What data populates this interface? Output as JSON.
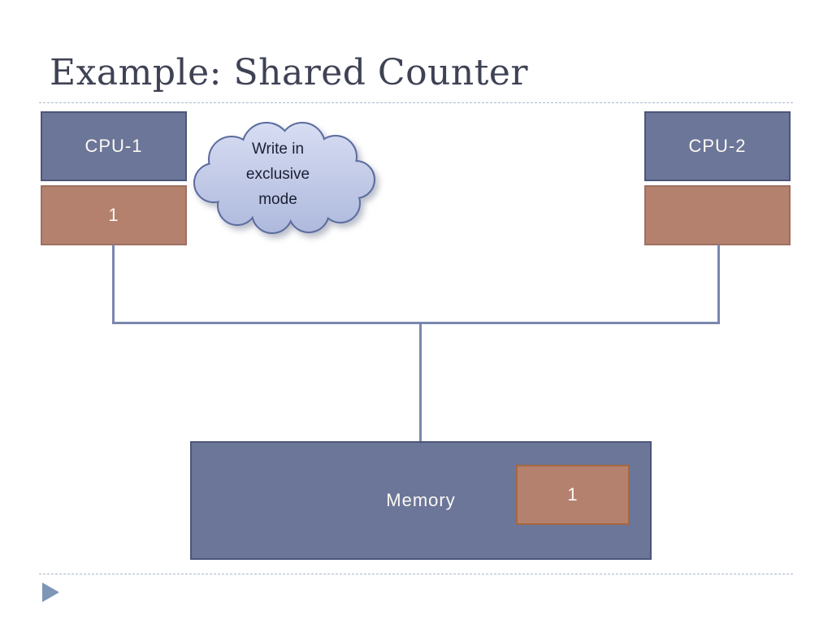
{
  "slide": {
    "title": "Example: Shared Counter"
  },
  "diagram": {
    "cpu1": {
      "label": "CPU-1",
      "value": "1"
    },
    "cpu2": {
      "label": "CPU-2",
      "value": ""
    },
    "callout": {
      "text": "Write in exclusive mode"
    },
    "memory": {
      "label": "Memory",
      "value": "1"
    }
  },
  "icons": {
    "footer": "play-triangle-icon",
    "callout_shape": "cloud-icon"
  },
  "colors": {
    "box_blue_fill": "#6B7699",
    "box_blue_border": "#4C5679",
    "box_brown_fill": "#B5816F",
    "box_brown_border": "#9D6F60",
    "memory_value_border": "#A4683E",
    "connector": "#7A86AD",
    "cloud_fill_top": "#D8DEF3",
    "cloud_fill_bottom": "#ADB8DC",
    "cloud_border": "#5C6C9E",
    "title_text": "#3E4254",
    "separator": "#A9B7CB",
    "footer_triangle": "#7E96B5",
    "box_label_text": "#FBF9F2",
    "callout_text": "#1B1F33"
  }
}
